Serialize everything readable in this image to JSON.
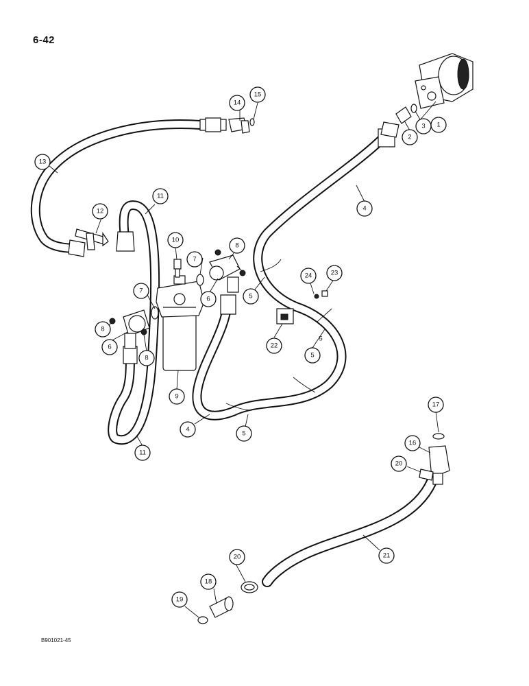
{
  "page_number": "6-42",
  "figure_id": "B901021-45",
  "callouts": {
    "c1": "1",
    "c2": "2",
    "c3": "3",
    "c4a": "4",
    "c4b": "4",
    "c5a": "5",
    "c5b": "5",
    "c5c": "5",
    "c5d": "5",
    "c6a": "6",
    "c6b": "6",
    "c7a": "7",
    "c7b": "7",
    "c8a": "8",
    "c8b": "8",
    "c8c": "8",
    "c9": "9",
    "c10": "10",
    "c11a": "11",
    "c11b": "11",
    "c12": "12",
    "c13": "13",
    "c14": "14",
    "c15": "15",
    "c16": "16",
    "c17": "17",
    "c18": "18",
    "c19": "19",
    "c20a": "20",
    "c20b": "20",
    "c21": "21",
    "c22": "22",
    "c23": "23",
    "c24": "24"
  }
}
